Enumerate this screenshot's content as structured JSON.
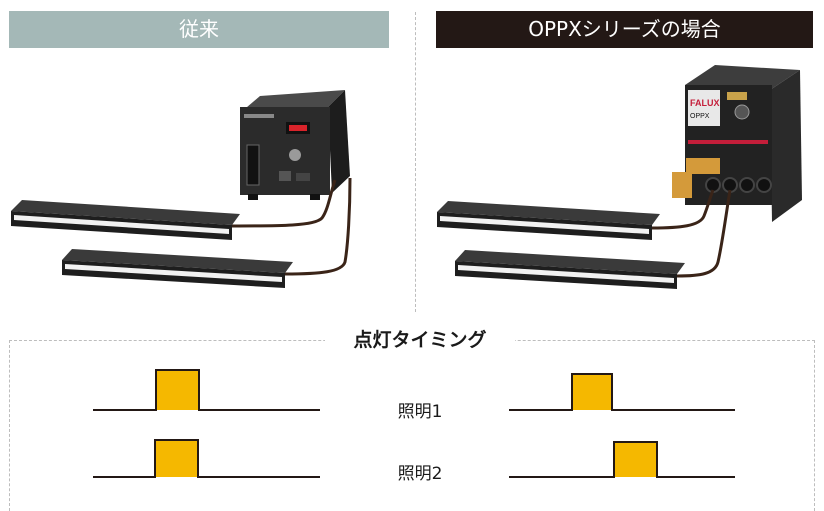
{
  "header": {
    "left_title": "従来",
    "right_title": "OPPXシリーズの場合"
  },
  "timing": {
    "title": "点灯タイミング",
    "lamps": [
      {
        "label": "照明1"
      },
      {
        "label": "照明2"
      }
    ]
  },
  "devices": {
    "controller_brand": "FALUX",
    "controller_model": "OPPX"
  },
  "colors": {
    "header_left_bg": "#a4b8b7",
    "header_right_bg": "#231815",
    "pulse_fill": "#f5b800",
    "line": "#231815",
    "cable": "#3a2418",
    "separator": "#bdbdbd"
  }
}
